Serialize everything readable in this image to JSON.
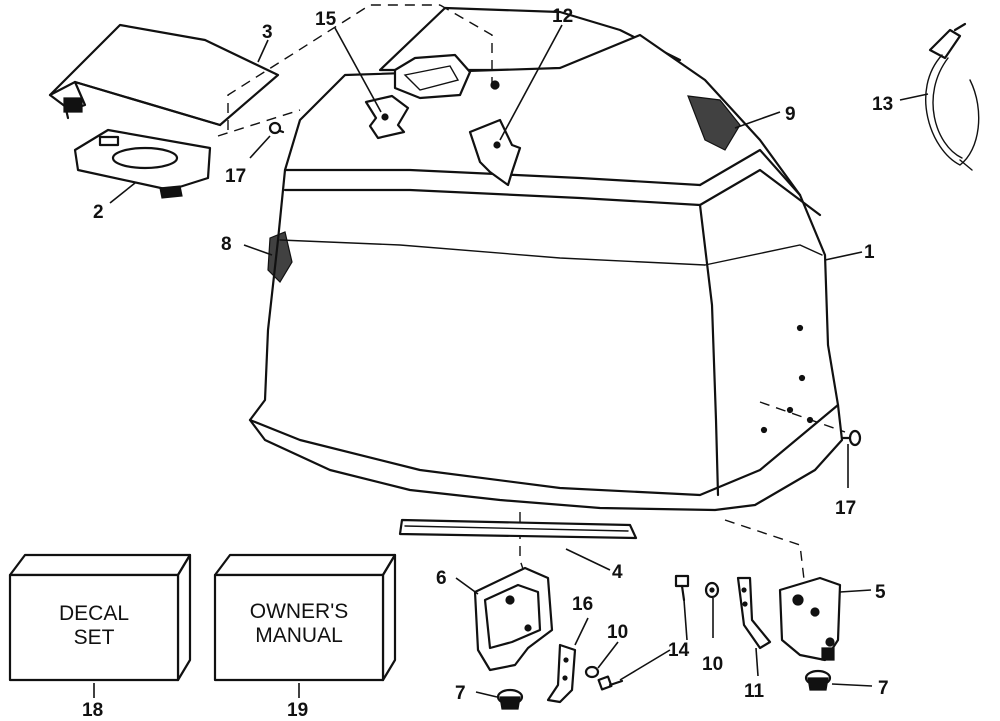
{
  "callouts": {
    "c1": "1",
    "c2": "2",
    "c3": "3",
    "c4": "4",
    "c5": "5",
    "c6": "6",
    "c7a": "7",
    "c7b": "7",
    "c8": "8",
    "c9": "9",
    "c10a": "10",
    "c10b": "10",
    "c11": "11",
    "c12": "12",
    "c13": "13",
    "c14": "14",
    "c15": "15",
    "c16": "16",
    "c17a": "17",
    "c17b": "17",
    "c18": "18",
    "c19": "19"
  },
  "boxes": {
    "decal": {
      "line1": "DECAL",
      "line2": "SET"
    },
    "manual": {
      "line1": "OWNER'S",
      "line2": "MANUAL"
    }
  }
}
